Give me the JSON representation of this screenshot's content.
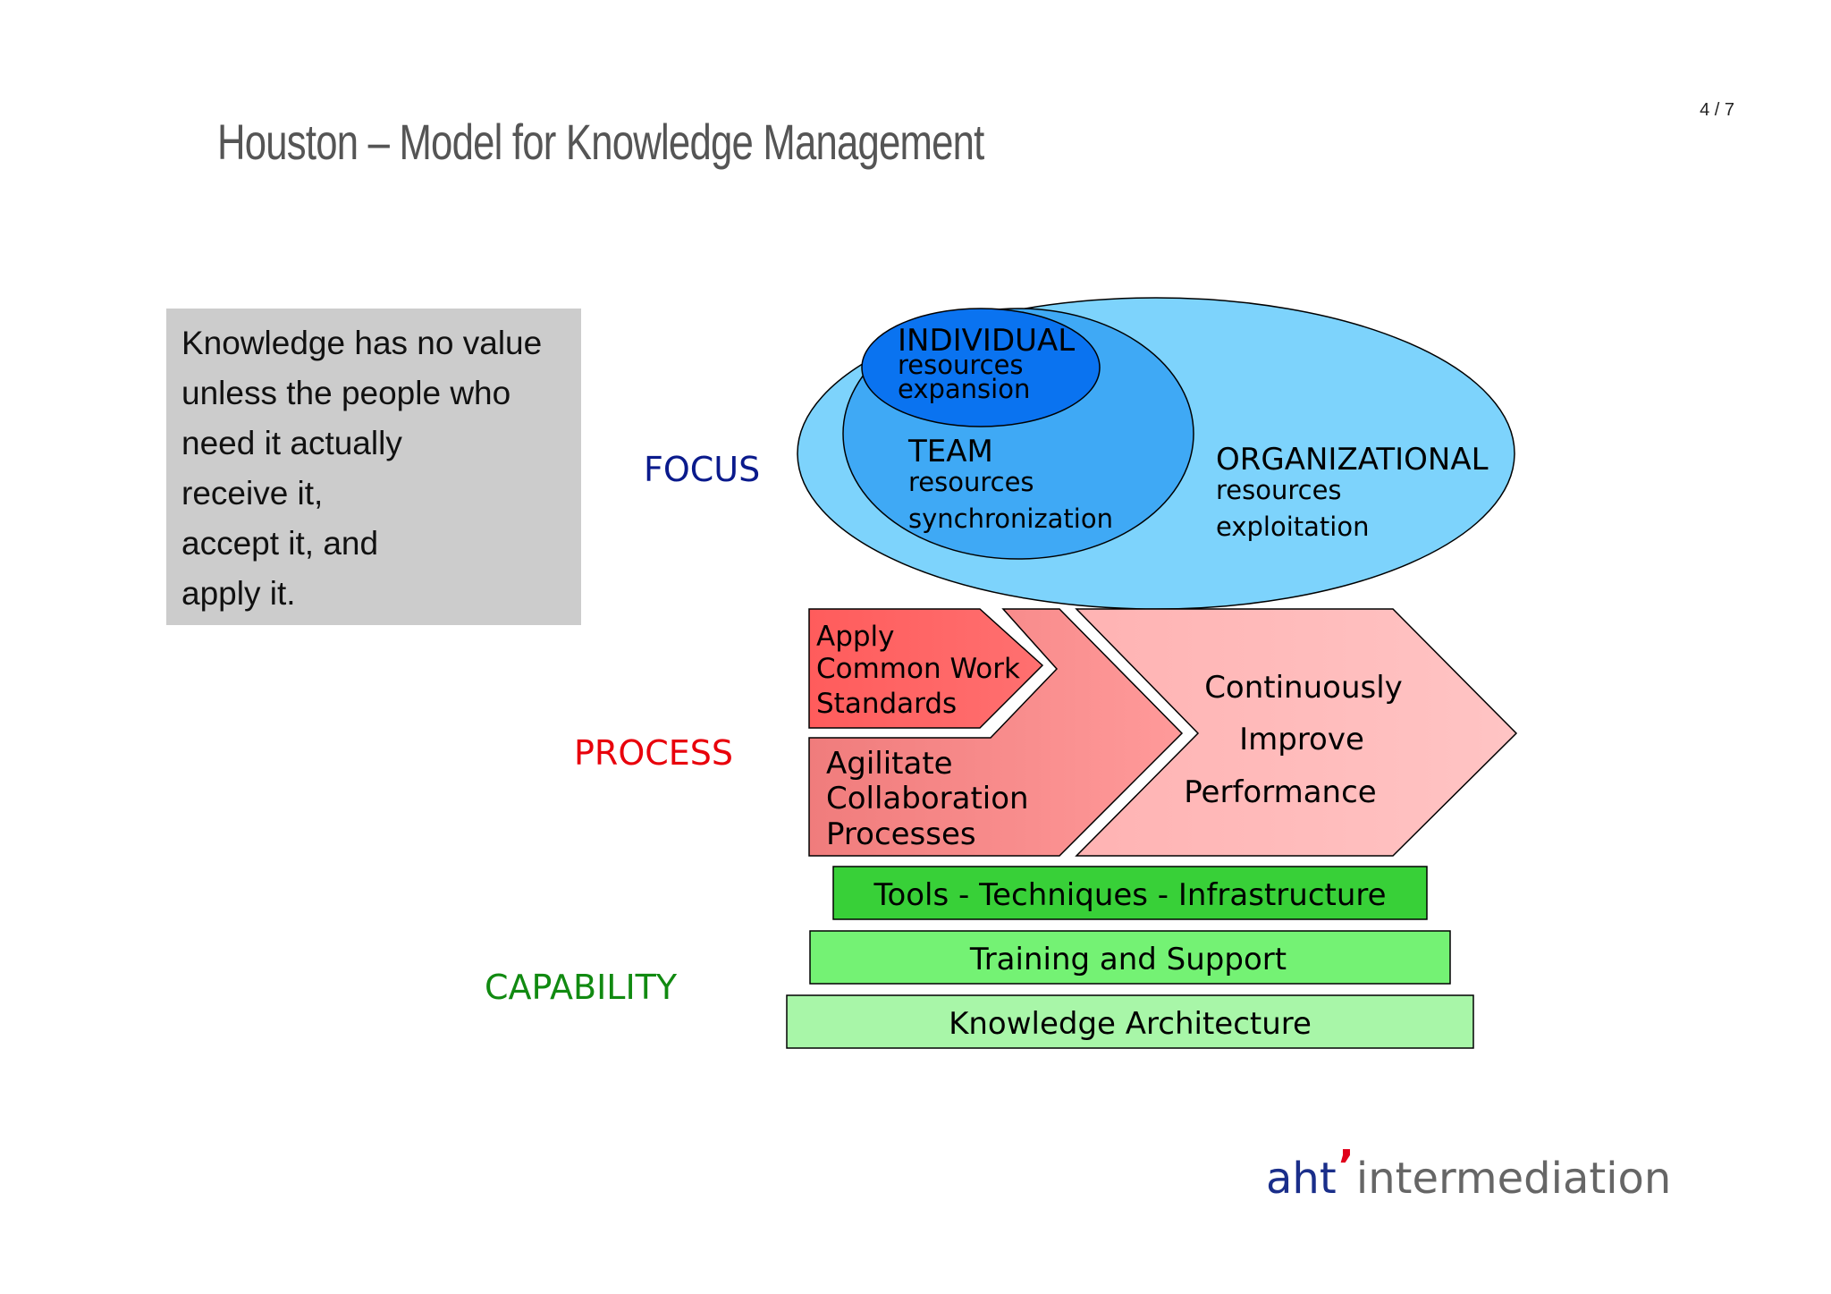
{
  "page": {
    "number": "4 / 7"
  },
  "title": "Houston – Model for Knowledge Management",
  "quote": {
    "lines": [
      "Knowledge has no value",
      "unless the people who",
      "need it actually",
      "receive it,",
      "accept it, and",
      "apply it."
    ]
  },
  "sections": {
    "focus": "FOCUS",
    "process": "PROCESS",
    "capability": "CAPABILITY"
  },
  "focus": {
    "individual": {
      "title": "INDIVIDUAL",
      "line1": "resources",
      "line2": "expansion"
    },
    "team": {
      "title": "TEAM",
      "line1": "resources",
      "line2": "synchronization"
    },
    "organizational": {
      "title": "ORGANIZATIONAL",
      "line1": "resources",
      "line2": "exploitation"
    }
  },
  "process": {
    "apply": [
      "Apply",
      "Common Work",
      "Standards"
    ],
    "agilitate": [
      "Agilitate",
      "Collaboration",
      "Processes"
    ],
    "improve": [
      "Continuously",
      "Improve",
      "Performance"
    ]
  },
  "capability": {
    "tools": "Tools - Techniques - Infrastructure",
    "training": "Training and Support",
    "architecture": "Knowledge Architecture"
  },
  "logo": {
    "left": "aht",
    "mark": "’",
    "right": "intermediation"
  },
  "colors": {
    "focus_label": "#0a1a8c",
    "process_label": "#e8000b",
    "capability_label": "#118a11",
    "org_ellipse": "#7dd3fc",
    "team_ellipse": "#3fa9f5",
    "individual_ellipse": "#0a73f0"
  }
}
